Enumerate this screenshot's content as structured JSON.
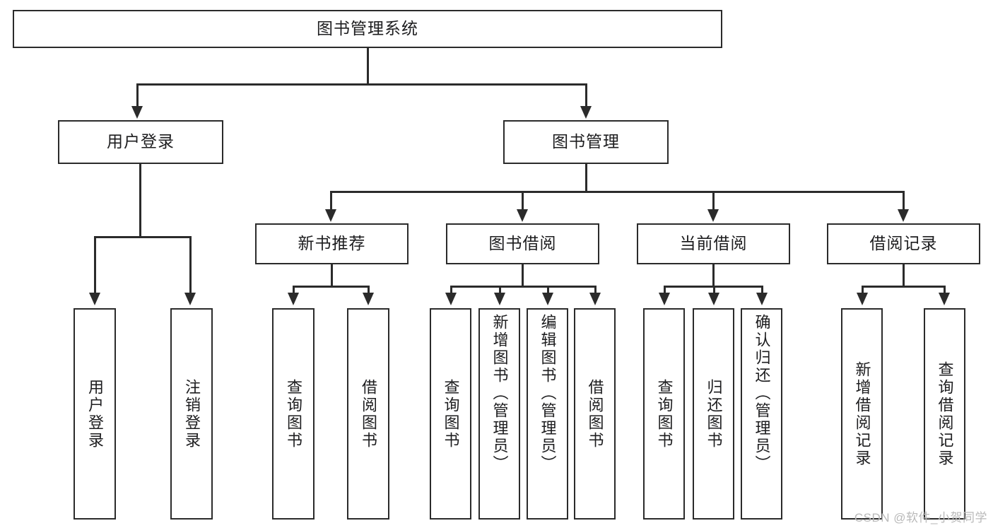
{
  "diagram": {
    "type": "tree-hierarchy",
    "title": "图书管理系统",
    "watermark": "CSDN @软件_小贺同学",
    "colors": {
      "stroke": "#2b2b2b",
      "box_fill": "#ffffff",
      "text": "#1d1d1f",
      "watermark": "#b9b9b9",
      "background": "#ffffff"
    },
    "levels": {
      "root": "图书管理系统",
      "level2": [
        "用户登录",
        "图书管理"
      ],
      "level3": [
        "新书推荐",
        "图书借阅",
        "当前借阅",
        "借阅记录"
      ]
    },
    "nodes": {
      "root": {
        "label": "图书管理系统"
      },
      "user_login": {
        "label": "用户登录"
      },
      "book_manage": {
        "label": "图书管理"
      },
      "new_book_rec": {
        "label": "新书推荐"
      },
      "book_borrow": {
        "label": "图书借阅"
      },
      "current_borrow": {
        "label": "当前借阅"
      },
      "borrow_record": {
        "label": "借阅记录"
      },
      "leaf_user_login": {
        "label": "用户登录"
      },
      "leaf_user_logout": {
        "label": "注销登录"
      },
      "leaf_rec_query": {
        "label": "查询图书"
      },
      "leaf_rec_borrow": {
        "label": "借阅图书"
      },
      "leaf_borrow_query": {
        "label": "查询图书"
      },
      "leaf_borrow_add": {
        "label": "新增图书（管理员）"
      },
      "leaf_borrow_edit": {
        "label": "编辑图书（管理员）"
      },
      "leaf_borrow_lend": {
        "label": "借阅图书"
      },
      "leaf_cur_query": {
        "label": "查询图书"
      },
      "leaf_cur_return": {
        "label": "归还图书"
      },
      "leaf_cur_confirm": {
        "label": "确认归还（管理员）"
      },
      "leaf_rec_add": {
        "label": "新增借阅记录"
      },
      "leaf_rec_query2": {
        "label": "查询借阅记录"
      }
    }
  }
}
